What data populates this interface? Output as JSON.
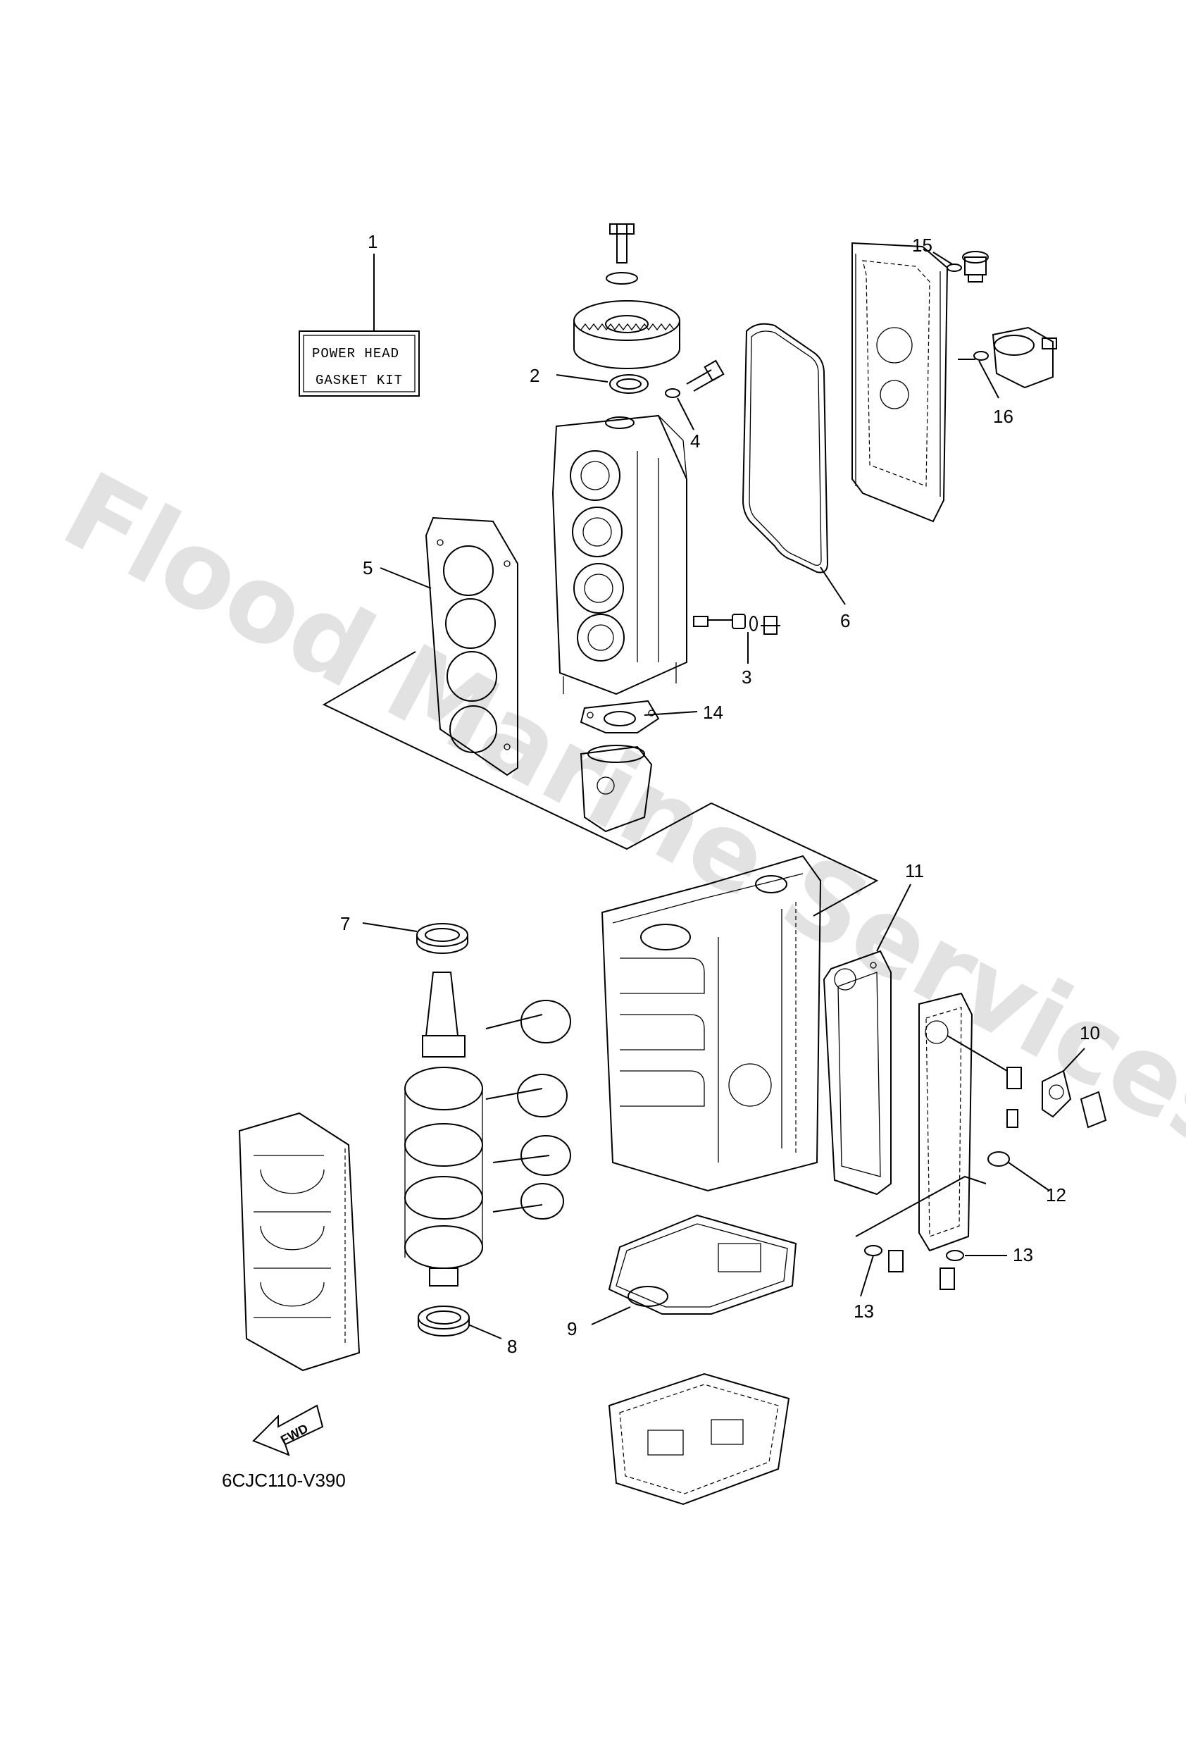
{
  "watermark": "Flood Marine Services",
  "kit_label": {
    "line1": "POWER HEAD",
    "line2": "GASKET KIT"
  },
  "fwd_label": "FWD",
  "diagram_code": "6CJC110-V390",
  "callouts": {
    "c1": "1",
    "c2": "2",
    "c3": "3",
    "c4": "4",
    "c5": "5",
    "c6": "6",
    "c7": "7",
    "c8": "8",
    "c9": "9",
    "c10": "10",
    "c11": "11",
    "c12": "12",
    "c13a": "13",
    "c13b": "13",
    "c14": "14",
    "c15": "15",
    "c16": "16"
  }
}
